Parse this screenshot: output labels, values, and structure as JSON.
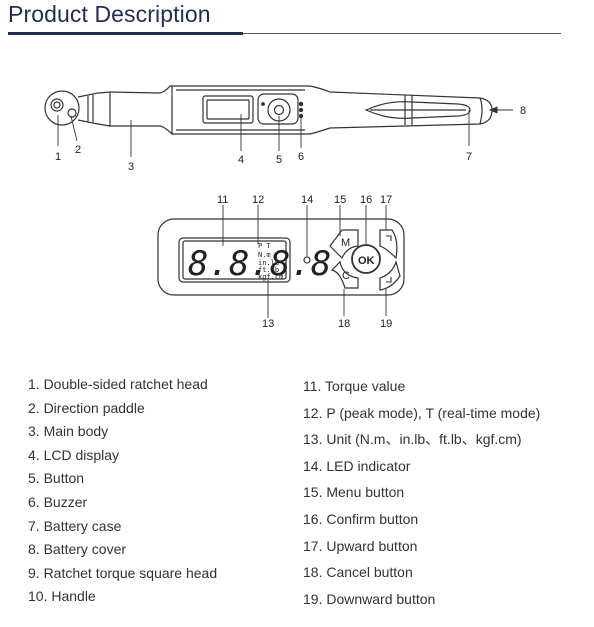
{
  "title": "Product Description",
  "callouts_top": [
    "1",
    "2",
    "3",
    "4",
    "5",
    "6",
    "7",
    "8"
  ],
  "callouts_panel": [
    "11",
    "12",
    "13",
    "14",
    "15",
    "16",
    "17",
    "18",
    "19"
  ],
  "lcd": {
    "digits": "8.8.8.8",
    "modes": "P  T",
    "units": [
      "N.m",
      "in.lb",
      "ft.lb",
      "kgf.cm"
    ]
  },
  "buttons": {
    "menu": "M",
    "ok": "OK",
    "cancel": "C"
  },
  "legend_left": [
    "1. Double-sided ratchet head",
    "2. Direction paddle",
    "3. Main body",
    "4. LCD display",
    "5. Button",
    "6. Buzzer",
    "7. Battery case",
    "8. Battery cover",
    "9. Ratchet torque square head",
    "10. Handle"
  ],
  "legend_right": [
    "11. Torque value",
    "12. P (peak mode), T (real-time mode)",
    "13. Unit (N.m、in.lb、ft.lb、kgf.cm)",
    "14. LED indicator",
    "15. Menu button",
    "16. Confirm button",
    "17. Upward button",
    "18. Cancel button",
    "19. Downward button"
  ]
}
